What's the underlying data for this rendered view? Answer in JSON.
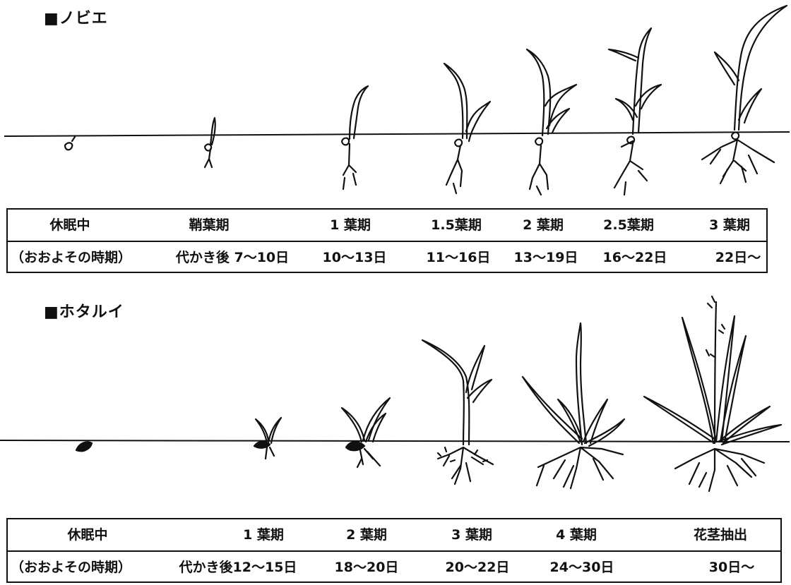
{
  "nobie": {
    "title": "■ノビエ",
    "stages": [
      "休眠中",
      "鞘葉期",
      "1 葉期",
      "1.5葉期",
      "2 葉期",
      "2.5葉期",
      "3 葉期"
    ],
    "timing_label": "（おおよその時期）",
    "timings": [
      "代かき後 7～10日",
      "10～13日",
      "11～16日",
      "13～19日",
      "16～22日",
      "22日～"
    ]
  },
  "hotarui": {
    "title": "■ホタルイ",
    "stages": [
      "休眠中",
      "1 葉期",
      "2 葉期",
      "3 葉期",
      "4 葉期",
      "花茎抽出"
    ],
    "timing_label": "（おおよその時期）",
    "timings": [
      "代かき後12～15日",
      "18～20日",
      "20～22日",
      "24～30日",
      "30日～"
    ]
  }
}
